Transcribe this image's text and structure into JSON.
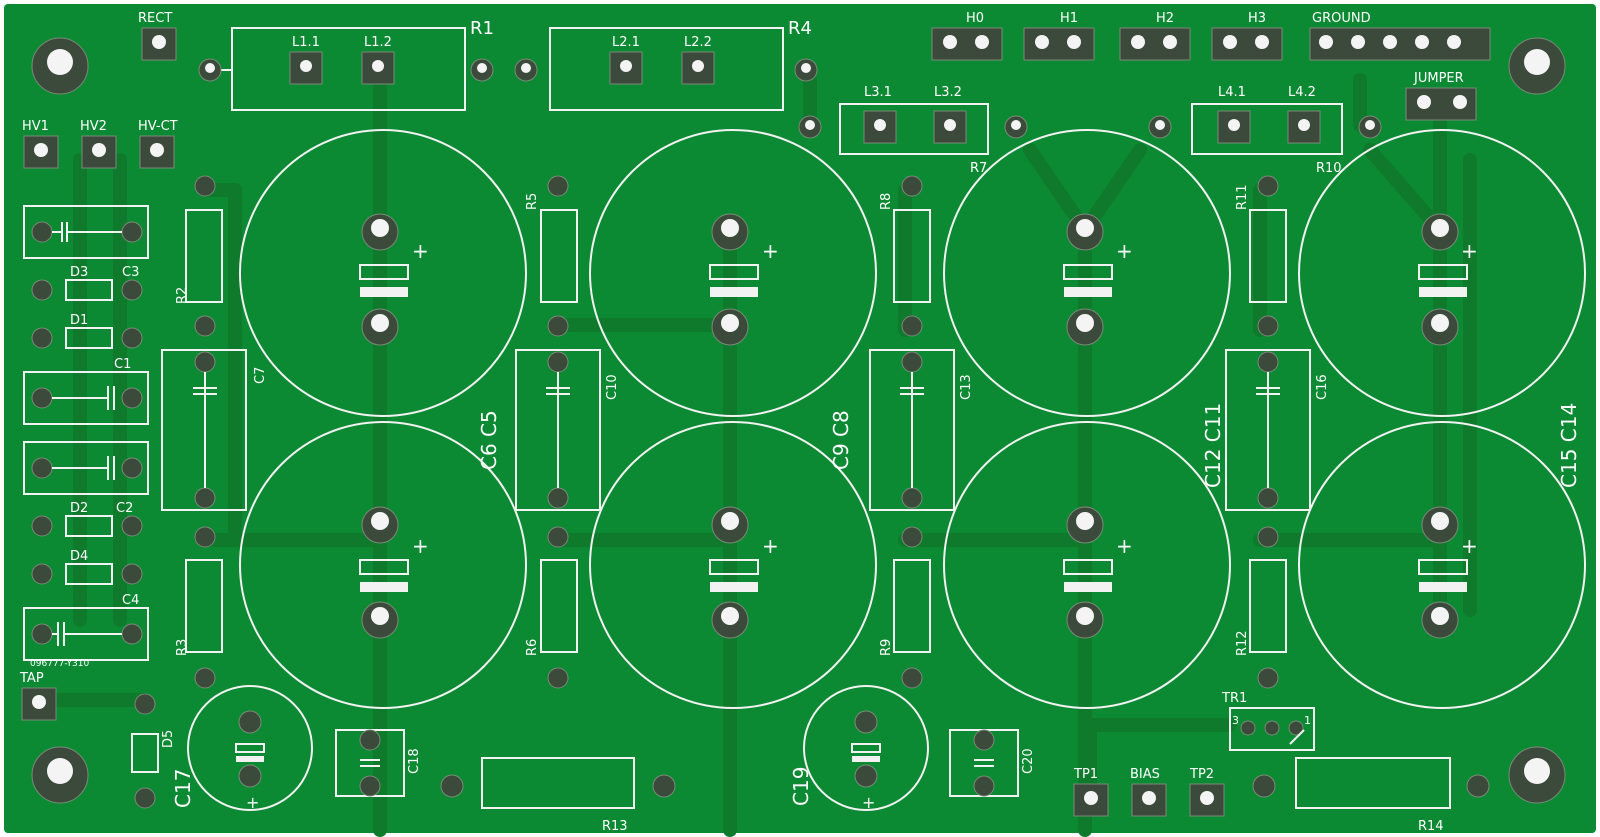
{
  "colors": {
    "board": "#0b8a33",
    "trace": "#0f7a2c",
    "silk": "#f2f2f2",
    "pad": "#3b4a3a",
    "hole": "#f4f4f4"
  },
  "labels": {
    "rect": "RECT",
    "r1": "R1",
    "r4": "R4",
    "l11": "L1.1",
    "l12": "L1.2",
    "l21": "L2.1",
    "l22": "L2.2",
    "h0": "H0",
    "h1": "H1",
    "h2": "H2",
    "h3": "H3",
    "ground": "GROUND",
    "jumper": "JUMPER",
    "l31": "L3.1",
    "l32": "L3.2",
    "l41": "L4.1",
    "l42": "L4.2",
    "r7": "R7",
    "r10": "R10",
    "hv1": "HV1",
    "hv2": "HV2",
    "hvct": "HV-CT",
    "d3": "D3",
    "c3": "C3",
    "d1": "D1",
    "c1": "C1",
    "d2": "D2",
    "c2": "C2",
    "d4": "D4",
    "c4": "C4",
    "code": "096777-Y310",
    "tap": "TAP",
    "d5": "D5",
    "c17": "C17",
    "c18": "C18",
    "r13": "R13",
    "c19": "C19",
    "c20": "C20",
    "tp1": "TP1",
    "bias": "BIAS",
    "tp2": "TP2",
    "r14": "R14",
    "tr1": "TR1",
    "tr1_3": "3",
    "tr1_1": "1",
    "r2": "R2",
    "r3": "R3",
    "r5": "R5",
    "r6": "R6",
    "r8": "R8",
    "r9": "R9",
    "r11": "R11",
    "r12": "R12",
    "c7": "C7",
    "c10": "C10",
    "c13": "C13",
    "c16": "C16",
    "c6c5": "C6 C5",
    "c9c8": "C9 C8",
    "c12c11": "C12 C11",
    "c15c14": "C15 C14",
    "plus": "+"
  }
}
